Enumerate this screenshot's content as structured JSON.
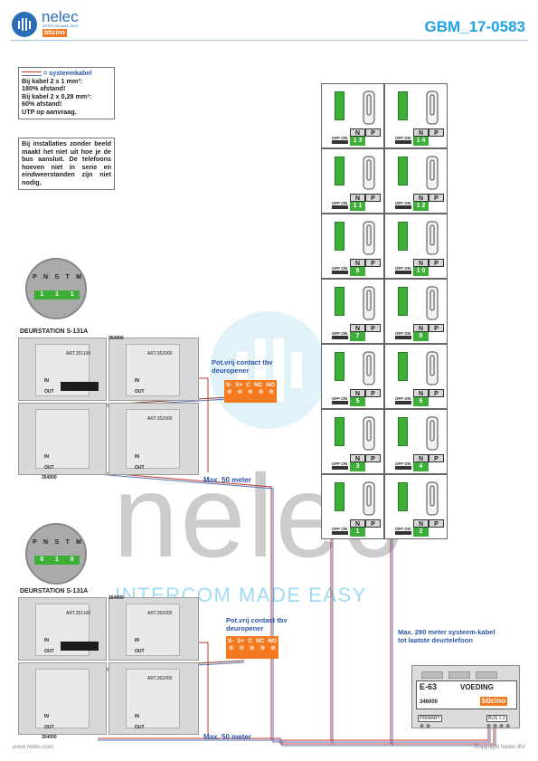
{
  "header": {
    "brand": "nelec",
    "tagline": "INTERCOM MADE EASY",
    "sub_brand": "bticino",
    "doc_id": "GBM_17-0583"
  },
  "notes": {
    "cable": {
      "legend_label": "= systeemkabel",
      "lines": [
        "Bij kabel 2 x 1 mm²:",
        "180% afstand!",
        "Bij kabel 2 x 0,28 mm²:",
        "60% afstand!",
        "UTP op aanvraag."
      ]
    },
    "install": "Bij installaties zonder beeld maakt het niet uit hoe je de bus aansluit. De telefoons hoeven niet in serie en eindweerstanden zijn niet nodig."
  },
  "door_stations": [
    {
      "title": "DEURSTATION S-131A",
      "dip_labels": [
        "P",
        "N",
        "S",
        "T",
        "M"
      ],
      "dip_values": [
        "1",
        "1",
        "1"
      ],
      "module_code": "354000",
      "module_art": "ART.351100",
      "module_art2": "ART.352000",
      "io_in": "IN",
      "io_out": "OUT",
      "pot_label": "Pot.vrij contact tbv deuropener",
      "terminals": [
        "S-",
        "S+",
        "C",
        "NC",
        "NO"
      ],
      "distance": "Max. 50 meter"
    },
    {
      "title": "DEURSTATION S-131A",
      "dip_labels": [
        "P",
        "N",
        "S",
        "T",
        "M"
      ],
      "dip_values": [
        "0",
        "1",
        "0"
      ],
      "module_code": "354000",
      "module_art": "ART.351100",
      "module_art2": "ART.352000",
      "io_in": "IN",
      "io_out": "OUT",
      "pot_label": "Pot.vrij contact tbv deuropener",
      "terminals": [
        "S-",
        "S+",
        "C",
        "NC",
        "NO"
      ],
      "distance": "Max. 50 meter"
    }
  ],
  "phones": {
    "col_labels": [
      "N",
      "P"
    ],
    "switch_label": "OFF ON",
    "left": [
      "1",
      "3",
      "5",
      "7",
      "9",
      "1 1",
      "1 3"
    ],
    "right": [
      "2",
      "4",
      "6",
      "8",
      "1 0",
      "1 2",
      "1 4"
    ]
  },
  "power_supply": {
    "model": "E-63",
    "label": "VOEDING",
    "code": "346000",
    "brand": "bticino",
    "port_left": "PRIMARY",
    "port_right": "BUS 1 2"
  },
  "bus_note": "Max. 290 meter systeem-kabel tot laatste deurtelefoon",
  "watermark": {
    "word": "nelec",
    "sub": "INTERCOM MADE EASY"
  },
  "footer": {
    "left": "www.nelec.com",
    "right": "Copyright Nelec BV"
  },
  "colors": {
    "accent": "#1ea3e0",
    "green": "#3daf39",
    "orange": "#f47a20",
    "cable_red": "#c0392b",
    "cable_blue": "#5a6fb8",
    "navy": "#2a55a6"
  }
}
